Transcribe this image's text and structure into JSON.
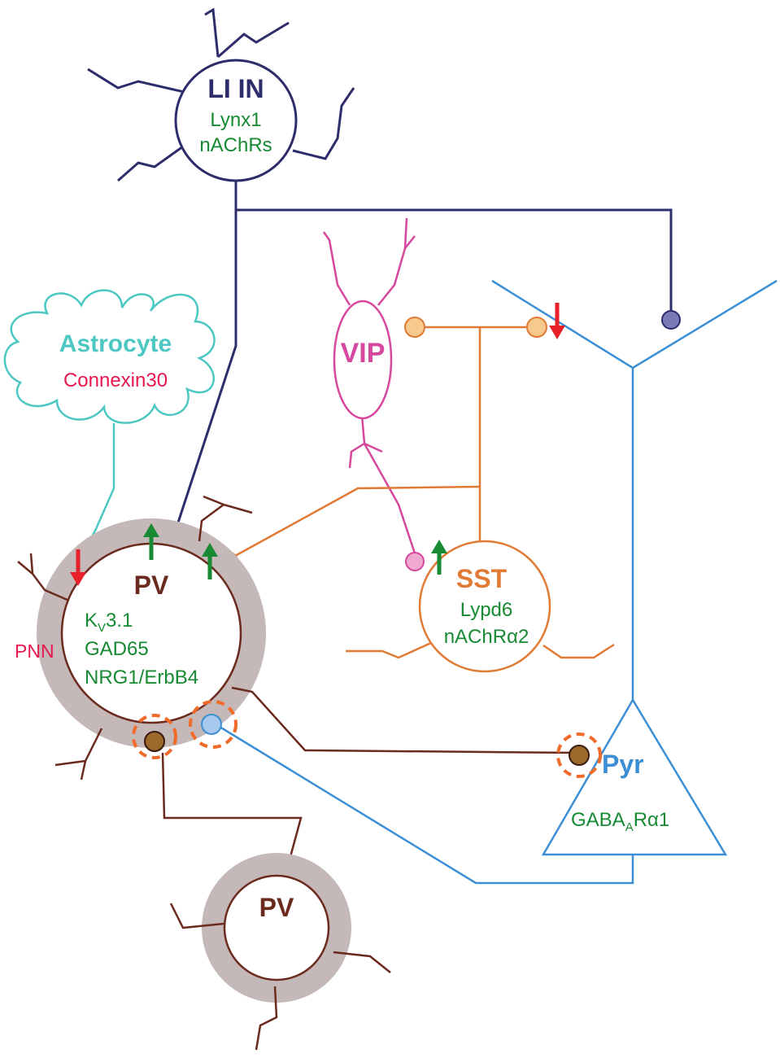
{
  "cells": {
    "li_in": {
      "name": "LI IN",
      "markers": [
        "Lynx1",
        "nAChRs"
      ]
    },
    "astrocyte": {
      "name": "Astrocyte",
      "marker": "Connexin30"
    },
    "vip": {
      "name": "VIP"
    },
    "sst": {
      "name": "SST",
      "markers": [
        "Lypd6",
        "nAChRα2"
      ]
    },
    "pv_main": {
      "name": "PV",
      "marker_kv_base": "K",
      "marker_kv_sub": "V",
      "marker_kv_rest": "3.1",
      "markers": [
        "GAD65",
        "NRG1/ErbB4"
      ]
    },
    "pv_lower": {
      "name": "PV"
    },
    "pyr": {
      "name": "Pyr",
      "marker_base": "GABA",
      "marker_sub": "A",
      "marker_rest": "Rα1"
    }
  },
  "pnn_label": "PNN",
  "colors": {
    "li_in": "#2e2d6b",
    "astrocyte": "#4cc7c1",
    "astrocyte_marker": "#e8174e",
    "vip": "#d6479e",
    "sst": "#e07a35",
    "pv": "#6b2a1e",
    "pnn": "#c4b8b8",
    "pyr": "#3c8fd4",
    "marker_green": "#178a33",
    "arrow_up": "#178a33",
    "arrow_down": "#e8202a",
    "dashed_ring": "#f06a2a",
    "pnn_label": "#e8174e"
  }
}
